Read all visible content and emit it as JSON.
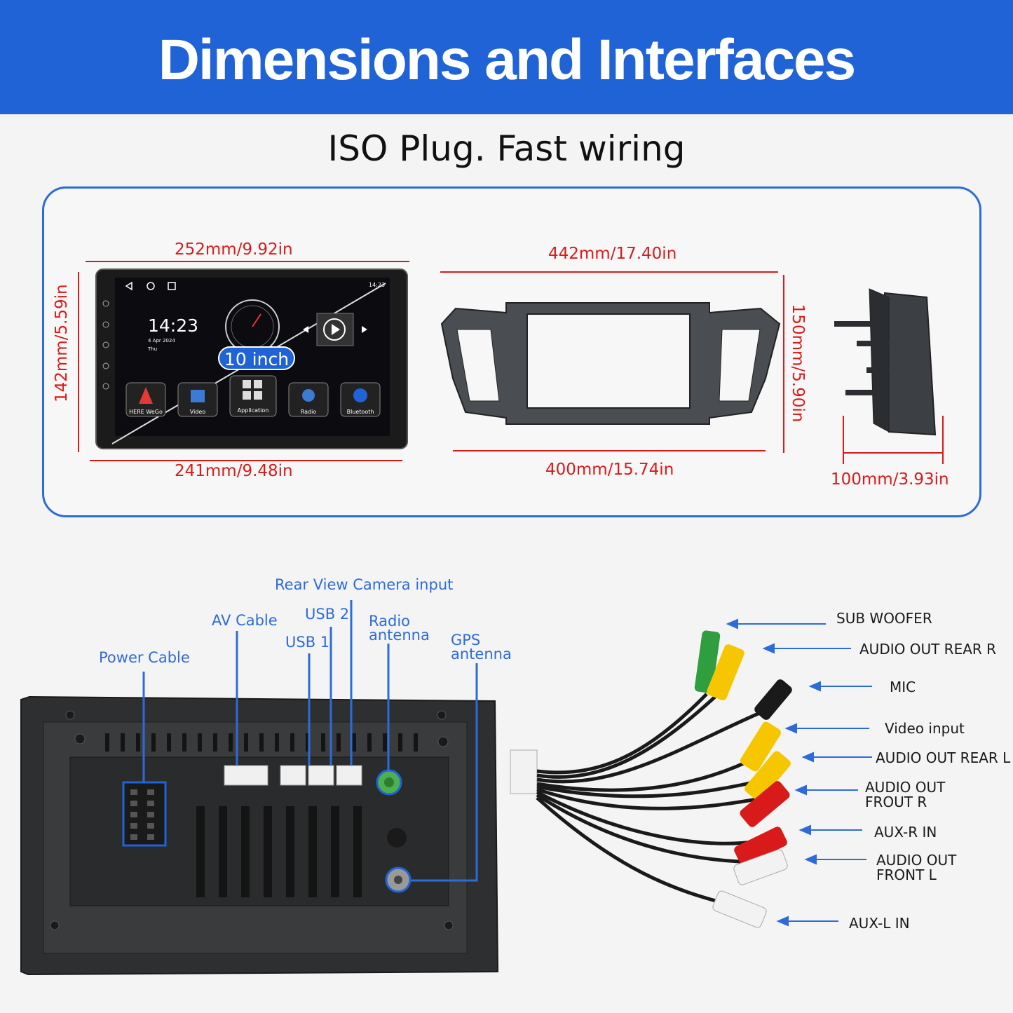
{
  "header": {
    "title": "Dimensions and Interfaces",
    "background": "#1f63d6"
  },
  "subtitle": "ISO Plug. Fast wiring",
  "dimensions": {
    "screen_top_width": "252mm/9.92in",
    "screen_height": "142mm/5.59in",
    "screen_bottom_width": "241mm/9.48in",
    "frame_top_width": "442mm/17.40in",
    "frame_height": "150mm/5.90in",
    "frame_bottom_width": "400mm/15.74in",
    "depth": "100mm/3.93in",
    "line_color": "#d81a1a"
  },
  "screen": {
    "time": "14:23",
    "date": "4 Apr 2024",
    "day": "Thu",
    "status_time": "14:23",
    "size_badge": "10 inch",
    "apps": [
      "HERE WeGo",
      "Video",
      "Application",
      "Radio",
      "Bluetooth"
    ]
  },
  "ports": {
    "power_cable": "Power Cable",
    "av_cable": "AV Cable",
    "usb1": "USB 1",
    "usb2": "USB 2",
    "rear_camera": "Rear View Camera input",
    "radio_antenna": "Radio\nantenna",
    "gps_antenna": "GPS\nantenna"
  },
  "cables": [
    "SUB WOOFER",
    "AUDIO OUT REAR R",
    "MIC",
    "Video input",
    "AUDIO OUT REAR L",
    "AUDIO OUT\nFROUT R",
    "AUX-R IN",
    "AUDIO OUT\nFRONT L",
    "AUX-L IN"
  ]
}
